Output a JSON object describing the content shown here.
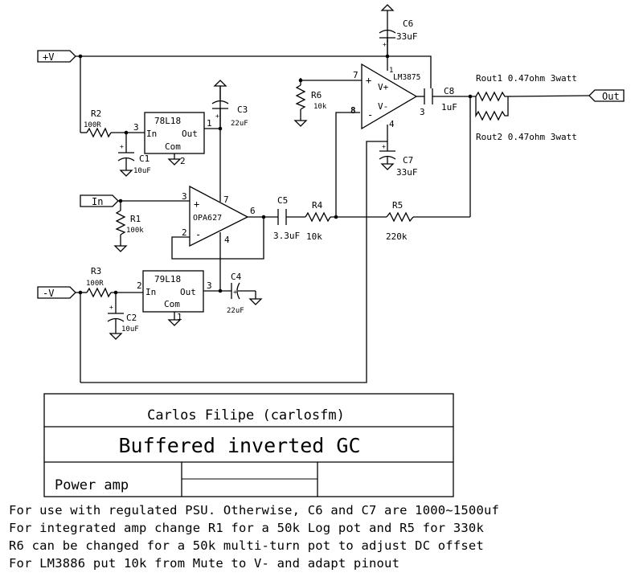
{
  "ports": {
    "vplus": "+V",
    "vminus": "-V",
    "input": "In",
    "output": "Out"
  },
  "components": {
    "r1": {
      "ref": "R1",
      "value": "100k"
    },
    "r2": {
      "ref": "R2",
      "value": "100R"
    },
    "r3": {
      "ref": "R3",
      "value": "100R"
    },
    "r4": {
      "ref": "R4",
      "value": "10k"
    },
    "r5": {
      "ref": "R5",
      "value": "220k"
    },
    "r6": {
      "ref": "R6",
      "value": "10k"
    },
    "c1": {
      "ref": "C1",
      "value": "10uF"
    },
    "c2": {
      "ref": "C2",
      "value": "10uF"
    },
    "c3": {
      "ref": "C3",
      "value": "22uF"
    },
    "c4": {
      "ref": "C4",
      "value": "22uF"
    },
    "c5": {
      "ref": "C5",
      "value": "3.3uF"
    },
    "c6": {
      "ref": "C6",
      "value": "33uF"
    },
    "c7": {
      "ref": "C7",
      "value": "33uF"
    },
    "c8": {
      "ref": "C8",
      "value": "1uF"
    },
    "rout1": "Rout1 0.47ohm 3watt",
    "rout2": "Rout2 0.47ohm 3watt"
  },
  "regulators": {
    "u_pos": {
      "name": "78L18",
      "in": "In",
      "out": "Out",
      "com": "Com"
    },
    "u_neg": {
      "name": "79L18",
      "in": "In",
      "out": "Out",
      "com": "Com"
    }
  },
  "opamp": {
    "name": "OPA627",
    "plus": "+",
    "minus": "-"
  },
  "power_amp": {
    "name": "LM3875",
    "vplus": "V+",
    "vminus": "V-",
    "plus": "+",
    "minus": "-"
  },
  "pins": {
    "u_pos_in": "3",
    "u_pos_out": "1",
    "u_pos_com": "2",
    "u_neg_in": "2",
    "u_neg_out": "3",
    "u_neg_com": "1",
    "op_3": "3",
    "op_2": "2",
    "op_7": "7",
    "op_6": "6",
    "op_4": "4",
    "pa_7": "7",
    "pa_8": "8",
    "pa_1": "1",
    "pa_4": "4",
    "pa_3": "3"
  },
  "title_block": {
    "author": "Carlos Filipe (carlosfm)",
    "title": "Buffered inverted GC",
    "subtitle": "Power amp"
  },
  "notes": [
    "For use with regulated PSU. Otherwise, C6 and C7 are 1000~1500uf",
    "For integrated amp change R1 for a 50k Log pot and R5 for 330k",
    "R6 can be changed for a 50k multi-turn pot to adjust DC offset",
    "For LM3886 put 10k from Mute to V- and adapt pinout"
  ]
}
